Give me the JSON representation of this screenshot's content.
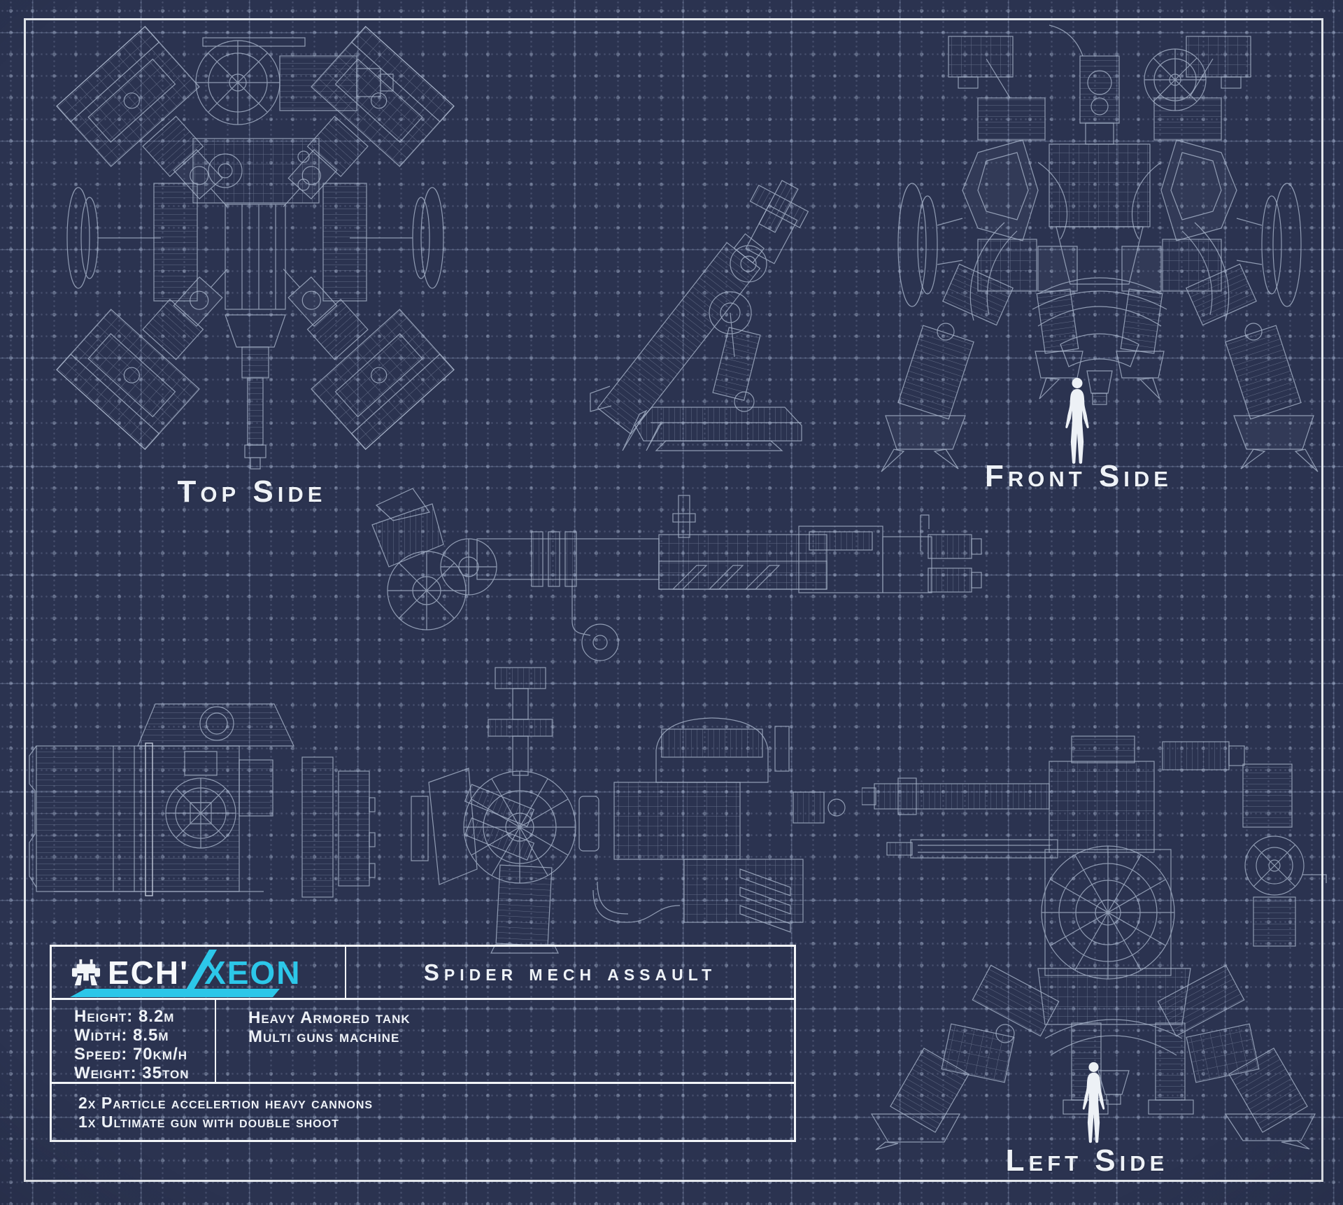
{
  "colors": {
    "background": "#2b3350",
    "grid": "#7f92b8",
    "wireframe": "#a7b3c9",
    "accent": "#2cc7e9",
    "frame": "#f2f5f8",
    "text": "#eef2f7"
  },
  "views": {
    "top": {
      "label": "Top Side"
    },
    "front": {
      "label": "Front Side"
    },
    "left": {
      "label": "Left Side"
    }
  },
  "title_block": {
    "brand": {
      "white": "ECH'",
      "accent": "XEON"
    },
    "title": "Spider mech assault",
    "specs": [
      "Height: 8.2m",
      "Width: 8.5m",
      "Speed: 70km/h",
      "Weight: 35ton"
    ],
    "description": [
      "Heavy Armored tank",
      "Multi guns machine"
    ],
    "armament": [
      "2x Particle accelertion heavy cannons",
      "1x Ultimate gun with double shoot"
    ]
  }
}
